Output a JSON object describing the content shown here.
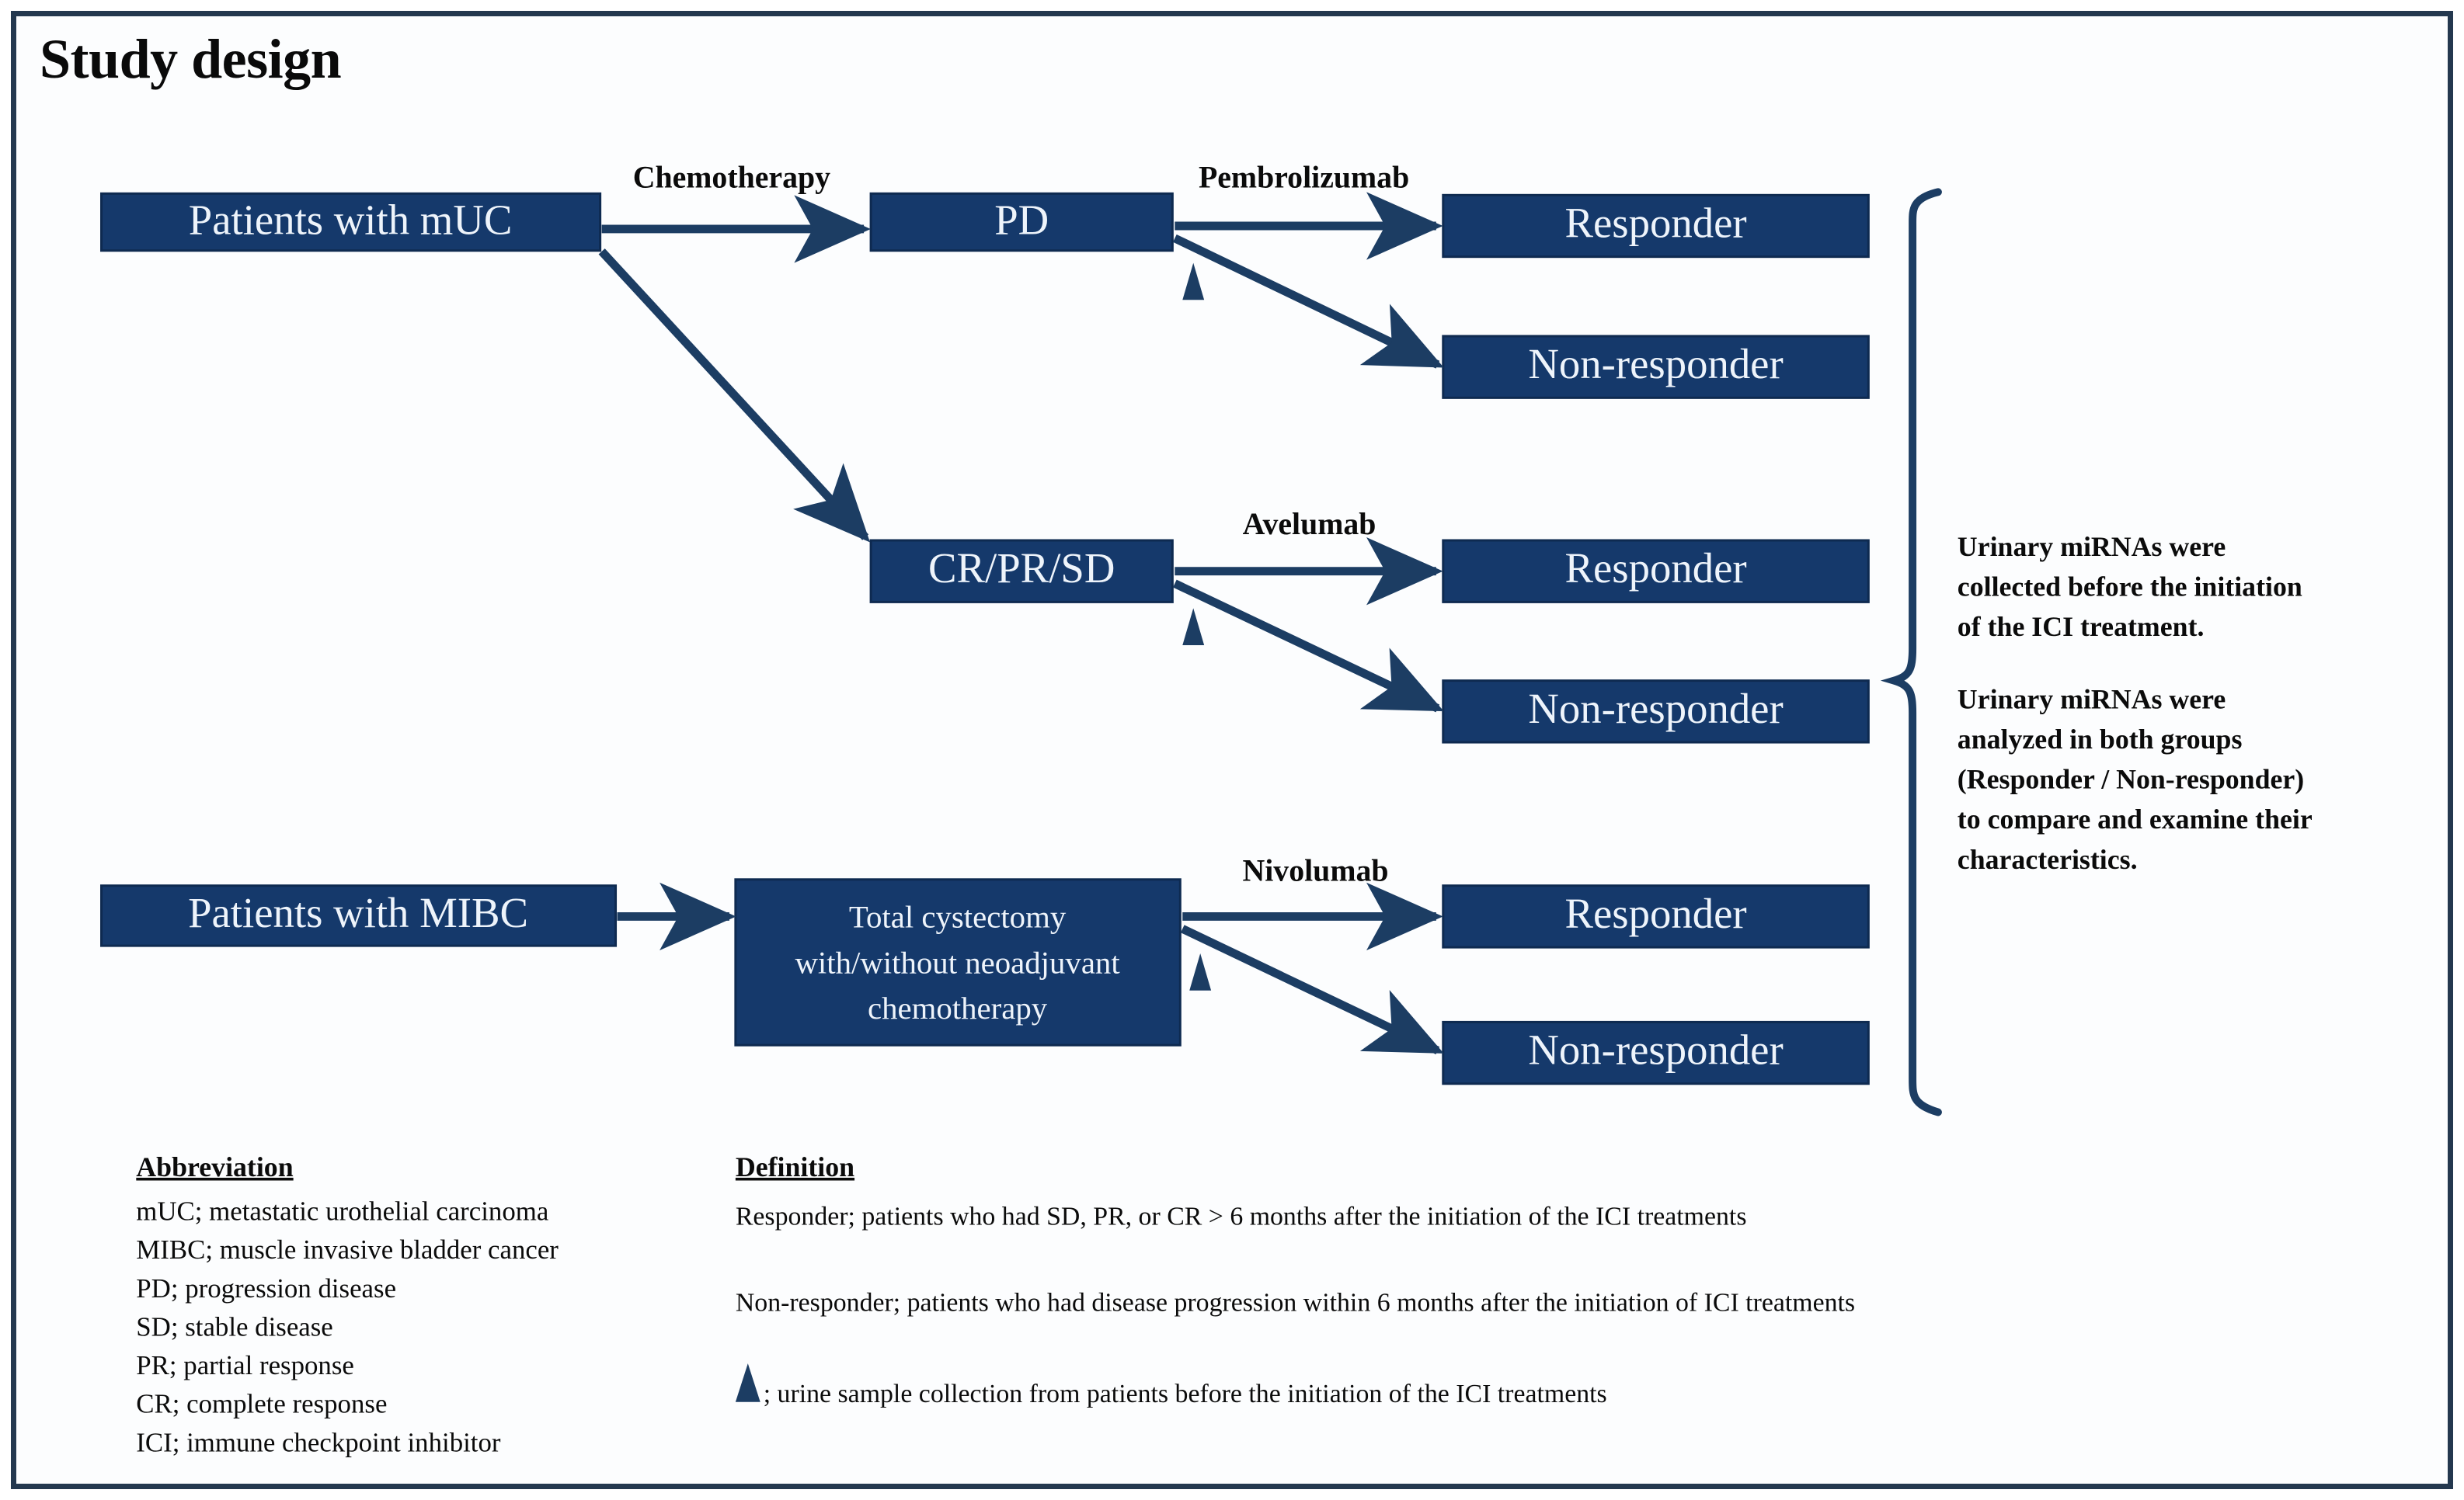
{
  "figure": {
    "title": "Study design",
    "frame_border_color": "#24384f",
    "node_fill_color": "#15396b",
    "node_text_color": "#eef4fb",
    "arrow_color": "#1c3d63",
    "marker_icon": "urine-sample-triangle-icon"
  },
  "nodes": {
    "patients_muc": "Patients with mUC",
    "pd": "PD",
    "crprsd": "CR/PR/SD",
    "patients_mibc": "Patients with MIBC",
    "cystectomy_line1": "Total cystectomy",
    "cystectomy_line2": "with/without neoadjuvant",
    "cystectomy_line3": "chemotherapy",
    "responder_1": "Responder",
    "nonresponder_1": "Non-responder",
    "responder_2": "Responder",
    "nonresponder_2": "Non-responder",
    "responder_3": "Responder",
    "nonresponder_3": "Non-responder"
  },
  "edge_labels": {
    "chemotherapy": "Chemotherapy",
    "pembrolizumab": "Pembrolizumab",
    "avelumab": "Avelumab",
    "nivolumab": "Nivolumab"
  },
  "side_notes": {
    "note1": [
      "Urinary miRNAs were",
      "collected before the initiation",
      "of the ICI treatment."
    ],
    "note2": [
      "Urinary miRNAs were",
      "analyzed in both groups",
      "(Responder / Non-responder)",
      "to compare and examine their",
      "characteristics."
    ]
  },
  "legend": {
    "abbreviation_heading": "Abbreviation",
    "abbreviations": [
      "mUC; metastatic urothelial carcinoma",
      "MIBC; muscle invasive bladder cancer",
      "PD; progression disease",
      "SD; stable disease",
      "PR; partial response",
      "CR; complete response",
      "ICI; immune checkpoint inhibitor"
    ],
    "definition_heading": "Definition",
    "definitions": [
      "Responder; patients who had SD, PR, or CR > 6 months after the initiation of the ICI treatments",
      "Non-responder; patients who had disease progression within 6 months after the initiation of ICI treatments"
    ],
    "marker_definition": "; urine sample collection from patients before the initiation of the ICI treatments"
  }
}
